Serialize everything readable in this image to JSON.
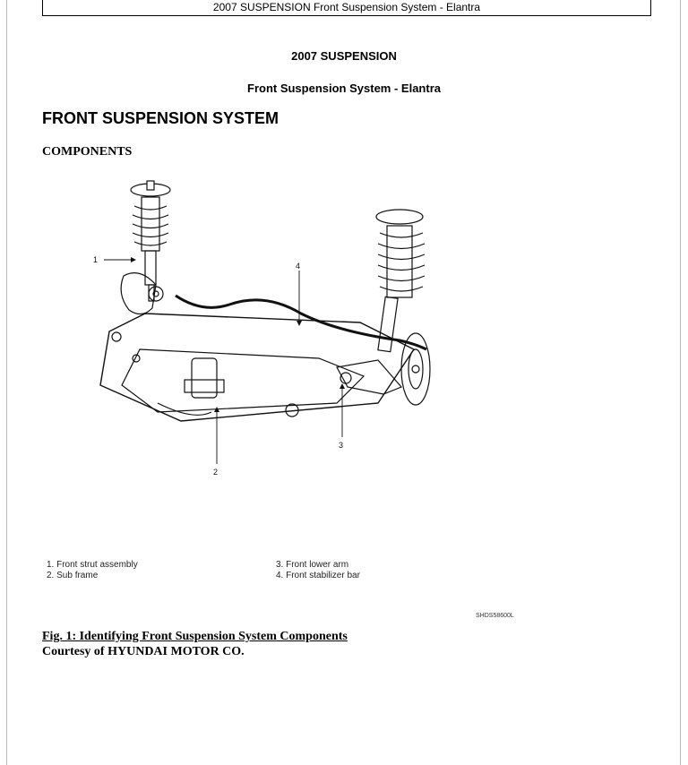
{
  "header": {
    "running_title": "2007 SUSPENSION Front Suspension System - Elantra"
  },
  "doc": {
    "title_line1": "2007 SUSPENSION",
    "title_line2": "Front Suspension System - Elantra",
    "section": "FRONT SUSPENSION SYSTEM",
    "subsection": "COMPONENTS"
  },
  "figure": {
    "callouts": [
      "1",
      "2",
      "3",
      "4"
    ],
    "legend": [
      "1. Front strut assembly",
      "2. Sub frame",
      "3. Front lower arm",
      "4. Front stabilizer bar"
    ],
    "code": "SHDS58600L",
    "caption": "Fig. 1: Identifying Front Suspension System Components",
    "courtesy": "Courtesy of HYUNDAI MOTOR CO."
  }
}
